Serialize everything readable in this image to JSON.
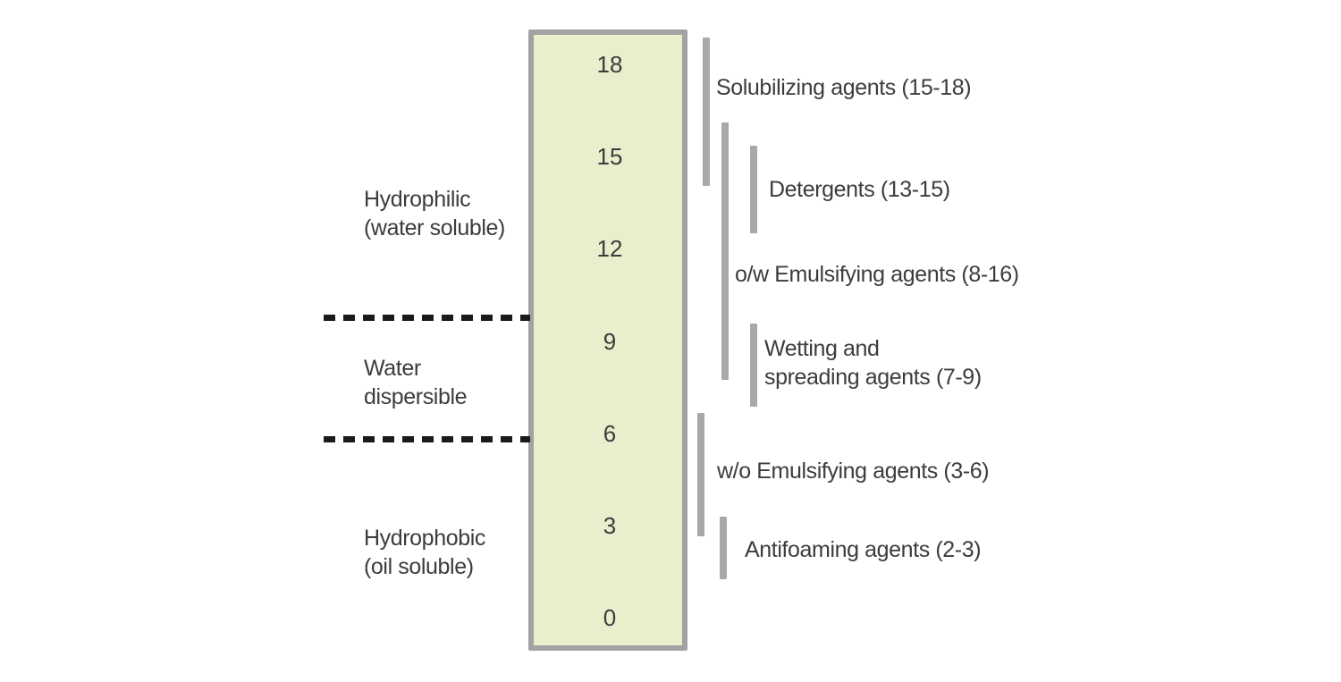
{
  "diagram": {
    "scale": {
      "min": 0,
      "max": 18,
      "step": 3,
      "ticks": [
        "18",
        "15",
        "12",
        "9",
        "6",
        "3",
        "0"
      ]
    },
    "regions": [
      {
        "lines": [
          "Hydrophilic",
          "(water soluble)"
        ]
      },
      {
        "lines": [
          "Water",
          "dispersible"
        ]
      },
      {
        "lines": [
          "Hydrophobic",
          "(oil soluble)"
        ]
      }
    ],
    "agents": [
      {
        "label": "Solubilizing agents (15-18)",
        "range": "15-18"
      },
      {
        "label": "Detergents (13-15)",
        "range": "13-15"
      },
      {
        "label": "o/w Emulsifying agents (8-16)",
        "range": "8-16"
      },
      {
        "lines": [
          "Wetting and",
          "spreading agents (7-9)"
        ],
        "range": "7-9"
      },
      {
        "label": "w/o Emulsifying agents (3-6)",
        "range": "3-6"
      },
      {
        "label": "Antifoaming agents (2-3)",
        "range": "2-3"
      }
    ],
    "colors": {
      "scale_fill": "#e9efcc",
      "scale_border": "#a2a2a2",
      "range_bar": "#a8a8a8",
      "dashed_line": "#1a1a1a",
      "text": "#3c3c3c",
      "background": "#ffffff"
    }
  }
}
